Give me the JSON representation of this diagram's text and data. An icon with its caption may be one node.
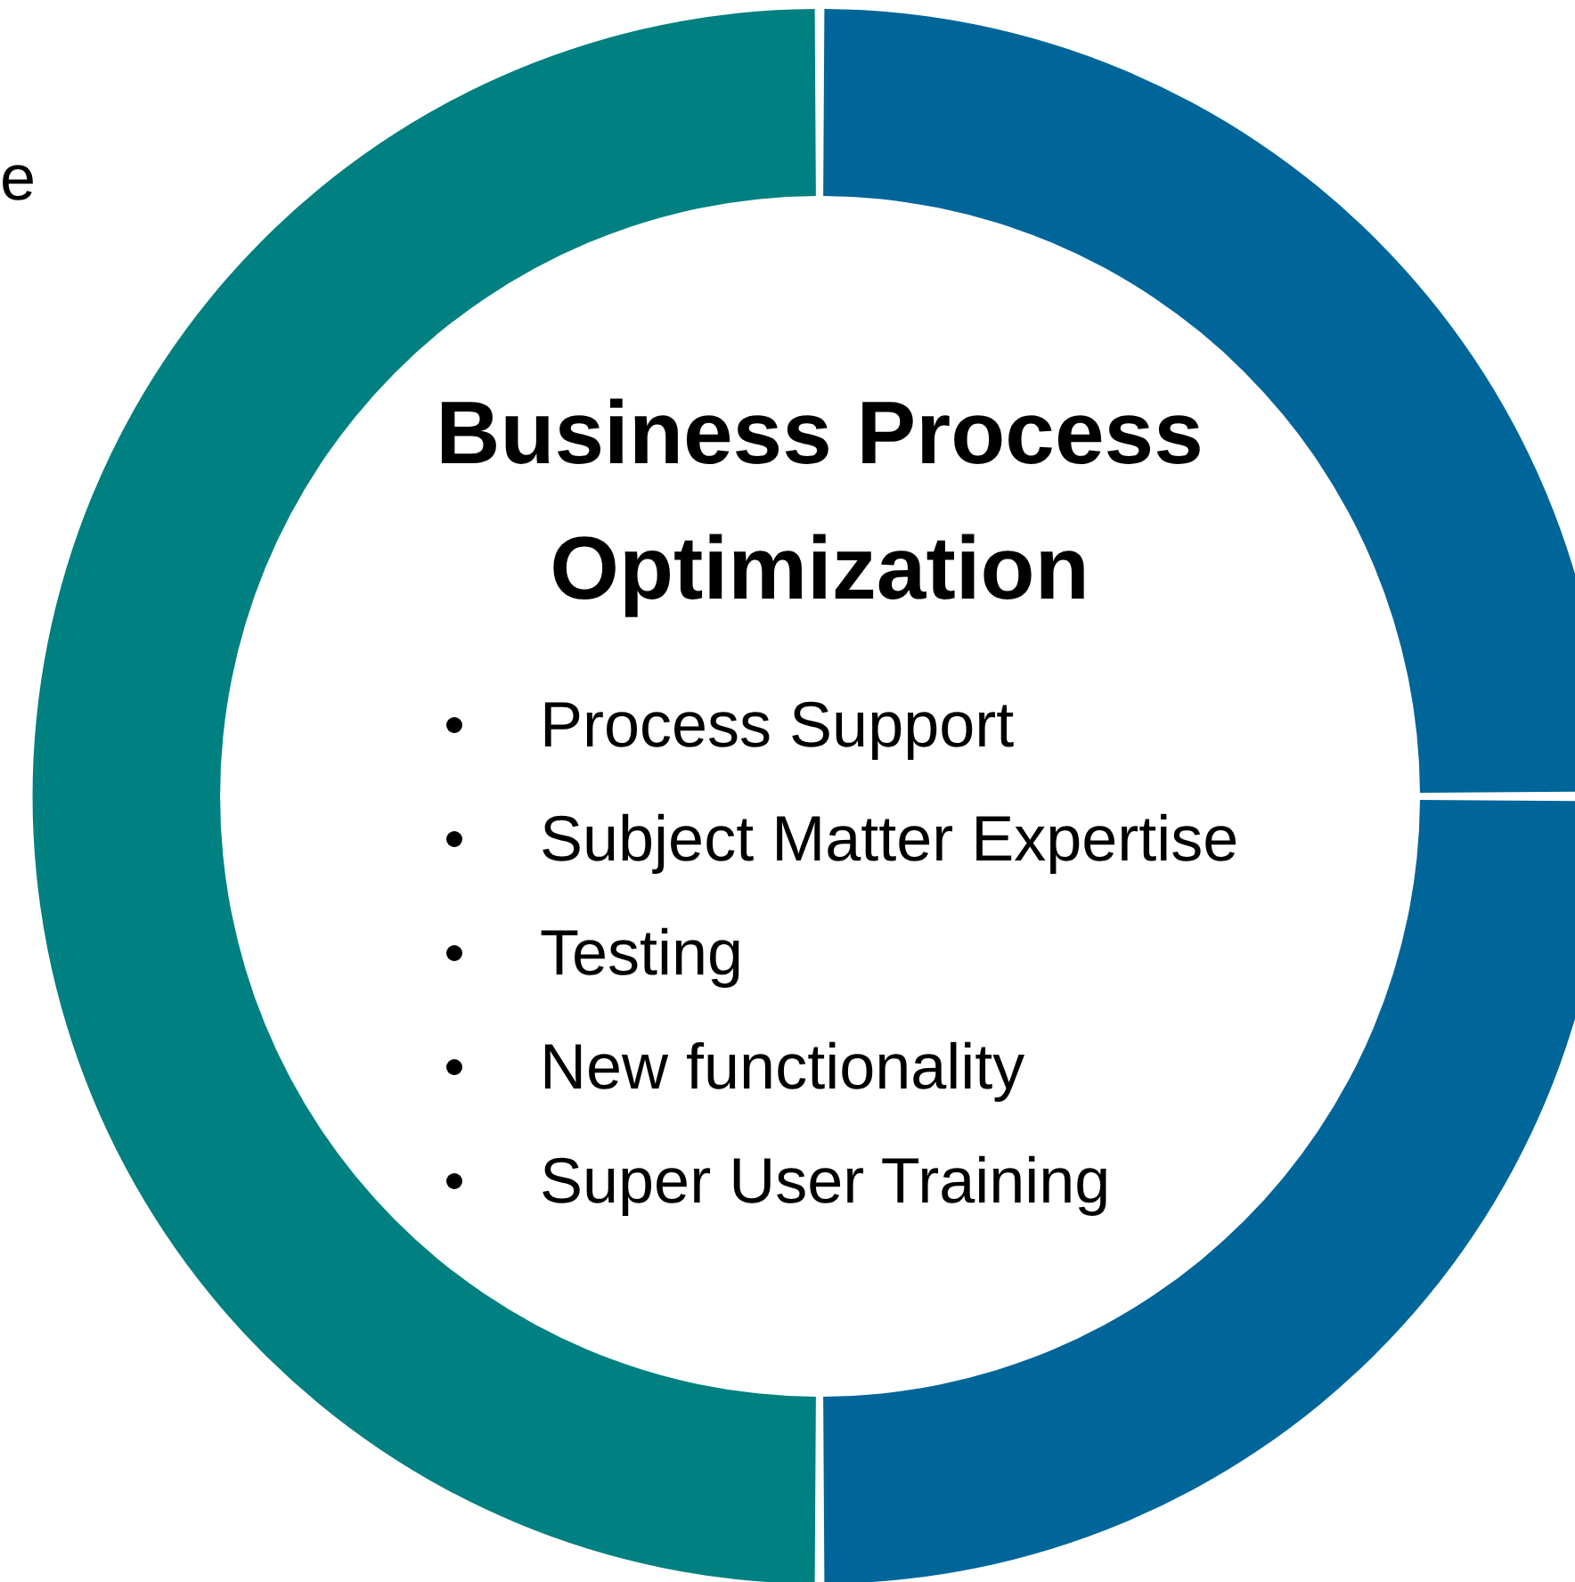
{
  "diagram": {
    "nodes": [
      {
        "text": [
          "Business Process Optimization",
          "Process Support",
          "Subject Matter Expertise",
          "Testing",
          "New functionality",
          "Super User Training"
        ]
      }
    ],
    "labels": [
      "e"
    ]
  }
}
